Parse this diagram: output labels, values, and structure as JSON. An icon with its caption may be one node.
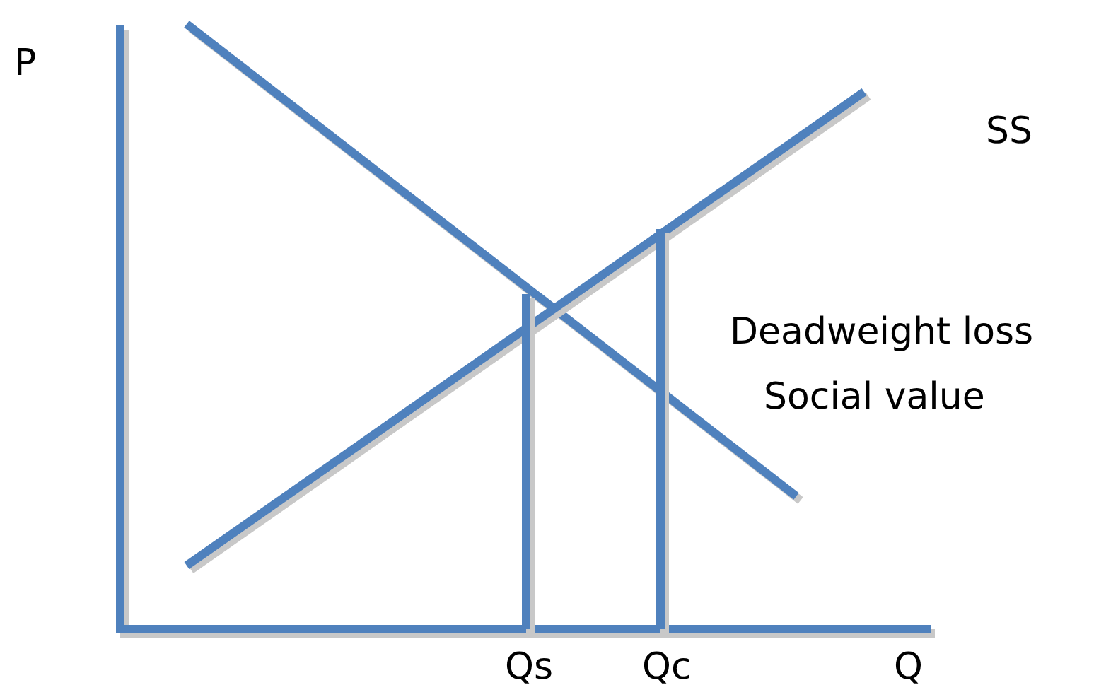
{
  "diagram": {
    "labels": [
      "P",
      "SS",
      "Deadweight loss",
      "Social value",
      "Qs",
      "Qc",
      "Q"
    ]
  }
}
